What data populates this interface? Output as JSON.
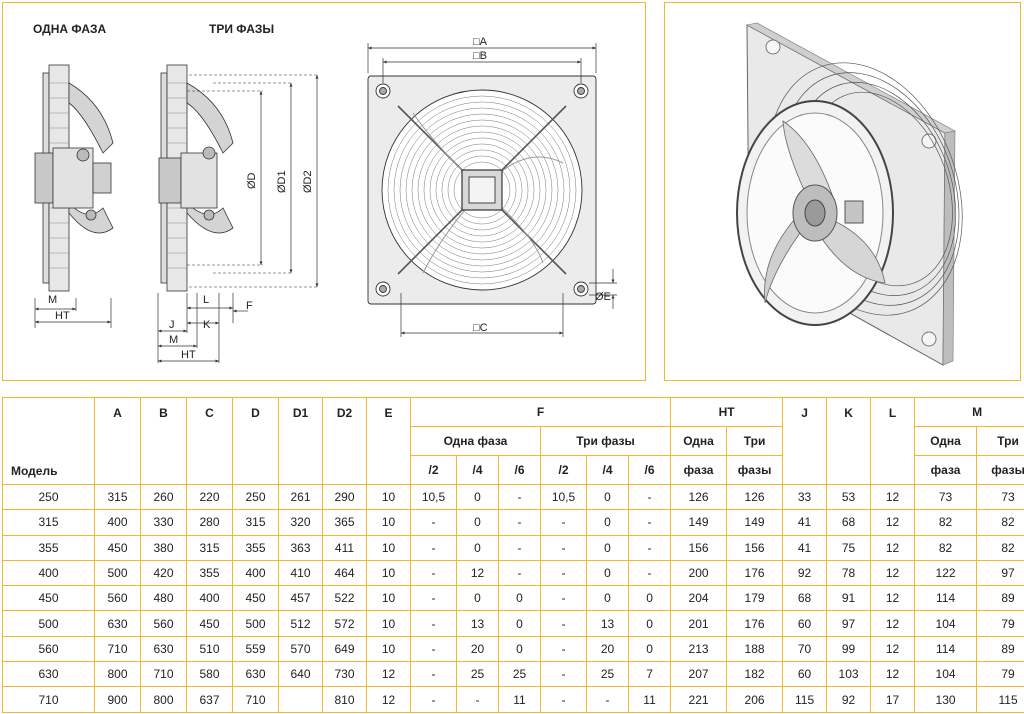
{
  "drawings": {
    "single_phase_label": "ОДНА ФАЗА",
    "three_phase_label": "ТРИ ФАЗЫ",
    "dims": {
      "A": "□A",
      "B": "□B",
      "C": "□C",
      "D": "ØD",
      "D1": "ØD1",
      "D2": "ØD2",
      "E": "ØE",
      "F": "F",
      "J": "J",
      "K": "K",
      "L": "L",
      "M": "M",
      "HT": "HT"
    }
  },
  "table": {
    "model_header": "Модель",
    "headers": {
      "A": "A",
      "B": "B",
      "C": "C",
      "D": "D",
      "D1": "D1",
      "D2": "D2",
      "E": "E",
      "F": "F",
      "HT": "HT",
      "J": "J",
      "K": "K",
      "L": "L",
      "M": "M"
    },
    "sub": {
      "one_phase": "Одна фаза",
      "three_phase": "Три фазы",
      "ht_one_1": "Одна",
      "ht_one_2": "фаза",
      "ht_three_1": "Три",
      "ht_three_2": "фазы",
      "m_one_1": "Одна",
      "m_one_2": "фаза",
      "m_three_1": "Три",
      "m_three_2": "фазы"
    },
    "poles": [
      "/2",
      "/4",
      "/6",
      "/2",
      "/4",
      "/6"
    ],
    "rows": [
      [
        "250",
        "315",
        "260",
        "220",
        "250",
        "261",
        "290",
        "10",
        "10,5",
        "0",
        "-",
        "10,5",
        "0",
        "-",
        "126",
        "126",
        "33",
        "53",
        "12",
        "73",
        "73"
      ],
      [
        "315",
        "400",
        "330",
        "280",
        "315",
        "320",
        "365",
        "10",
        "-",
        "0",
        "-",
        "-",
        "0",
        "-",
        "149",
        "149",
        "41",
        "68",
        "12",
        "82",
        "82"
      ],
      [
        "355",
        "450",
        "380",
        "315",
        "355",
        "363",
        "411",
        "10",
        "-",
        "0",
        "-",
        "-",
        "0",
        "-",
        "156",
        "156",
        "41",
        "75",
        "12",
        "82",
        "82"
      ],
      [
        "400",
        "500",
        "420",
        "355",
        "400",
        "410",
        "464",
        "10",
        "-",
        "12",
        "-",
        "-",
        "0",
        "-",
        "200",
        "176",
        "92",
        "78",
        "12",
        "122",
        "97"
      ],
      [
        "450",
        "560",
        "480",
        "400",
        "450",
        "457",
        "522",
        "10",
        "-",
        "0",
        "0",
        "-",
        "0",
        "0",
        "204",
        "179",
        "68",
        "91",
        "12",
        "114",
        "89"
      ],
      [
        "500",
        "630",
        "560",
        "450",
        "500",
        "512",
        "572",
        "10",
        "-",
        "13",
        "0",
        "-",
        "13",
        "0",
        "201",
        "176",
        "60",
        "97",
        "12",
        "104",
        "79"
      ],
      [
        "560",
        "710",
        "630",
        "510",
        "559",
        "570",
        "649",
        "10",
        "-",
        "20",
        "0",
        "-",
        "20",
        "0",
        "213",
        "188",
        "70",
        "99",
        "12",
        "114",
        "89"
      ],
      [
        "630",
        "800",
        "710",
        "580",
        "630",
        "640",
        "730",
        "12",
        "-",
        "25",
        "25",
        "-",
        "25",
        "7",
        "207",
        "182",
        "60",
        "103",
        "12",
        "104",
        "79"
      ],
      [
        "710",
        "900",
        "800",
        "637",
        "710",
        "",
        "810",
        "12",
        "-",
        "-",
        "11",
        "-",
        "-",
        "11",
        "221",
        "206",
        "115",
        "92",
        "17",
        "130",
        "115"
      ]
    ]
  }
}
